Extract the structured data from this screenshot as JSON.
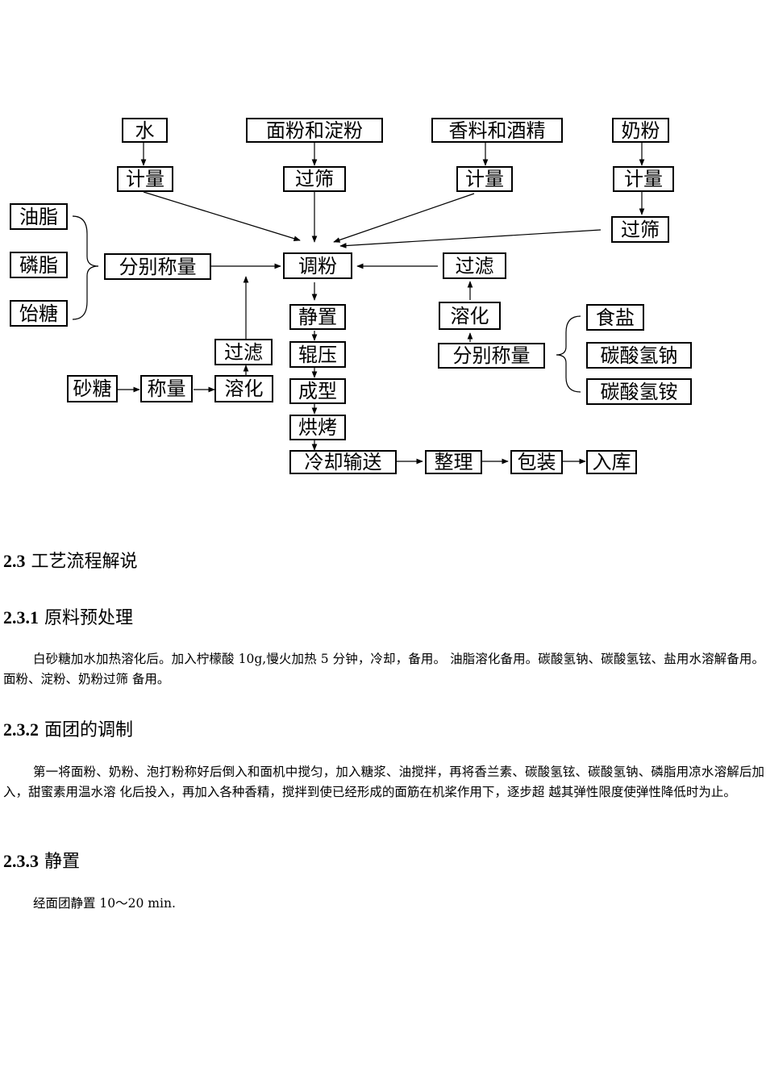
{
  "flowchart": {
    "water": "水",
    "flour_starch": "面粉和淀粉",
    "flavor_alcohol": "香料和酒精",
    "milk_powder": "奶粉",
    "measure_1": "计量",
    "sieve_1": "过筛",
    "measure_2": "计量",
    "measure_3": "计量",
    "sieve_2": "过筛",
    "oil": "油脂",
    "phospholipid": "磷脂",
    "maltose": "饴糖",
    "weigh_separately_1": "分别称量",
    "mixing": "调粉",
    "filter_1": "过滤",
    "standing": "静置",
    "dissolve_1": "溶化",
    "rolling": "辊压",
    "weigh_separately_2": "分别称量",
    "salt": "食盐",
    "sodium_bicarb": "碳酸氢钠",
    "ammonium_bicarb": "碳酸氢铵",
    "filter_2": "过滤",
    "sugar": "砂糖",
    "weigh": "称量",
    "dissolve_2": "溶化",
    "forming": "成型",
    "baking": "烘烤",
    "cooling": "冷却输送",
    "sorting": "整理",
    "packing": "包装",
    "storage": "入库"
  },
  "sections": [
    {
      "num": "2.3",
      "title": "工艺流程解说"
    },
    {
      "num": "2.3.1",
      "title": "原料预处理"
    },
    {
      "num": "2.3.2",
      "title": "面团的调制"
    },
    {
      "num": "2.3.3",
      "title": "静置"
    }
  ],
  "paragraphs": {
    "p1": "白砂糖加水加热溶化后。加入柠檬酸 10g,慢火加热 5 分钟，冷却，备用。  油脂溶化备用。碳酸氢钠、碳酸氢铉、盐用水溶解备用。面粉、淀粉、奶粉过筛  备用。",
    "p2": "第一将面粉、奶粉、泡打粉称好后倒入和面机中搅匀，加入糖浆、油搅拌，再将香兰素、碳酸氢铉、碳酸氢钠、磷脂用凉水溶解后加入，甜蜜素用温水溶  化后投入，再加入各种香精，搅拌到使已经形成的面筋在机桨作用下，逐步超  越其弹性限度使弹性降低时为止。",
    "p3": "经面团静置 10～20 min."
  }
}
